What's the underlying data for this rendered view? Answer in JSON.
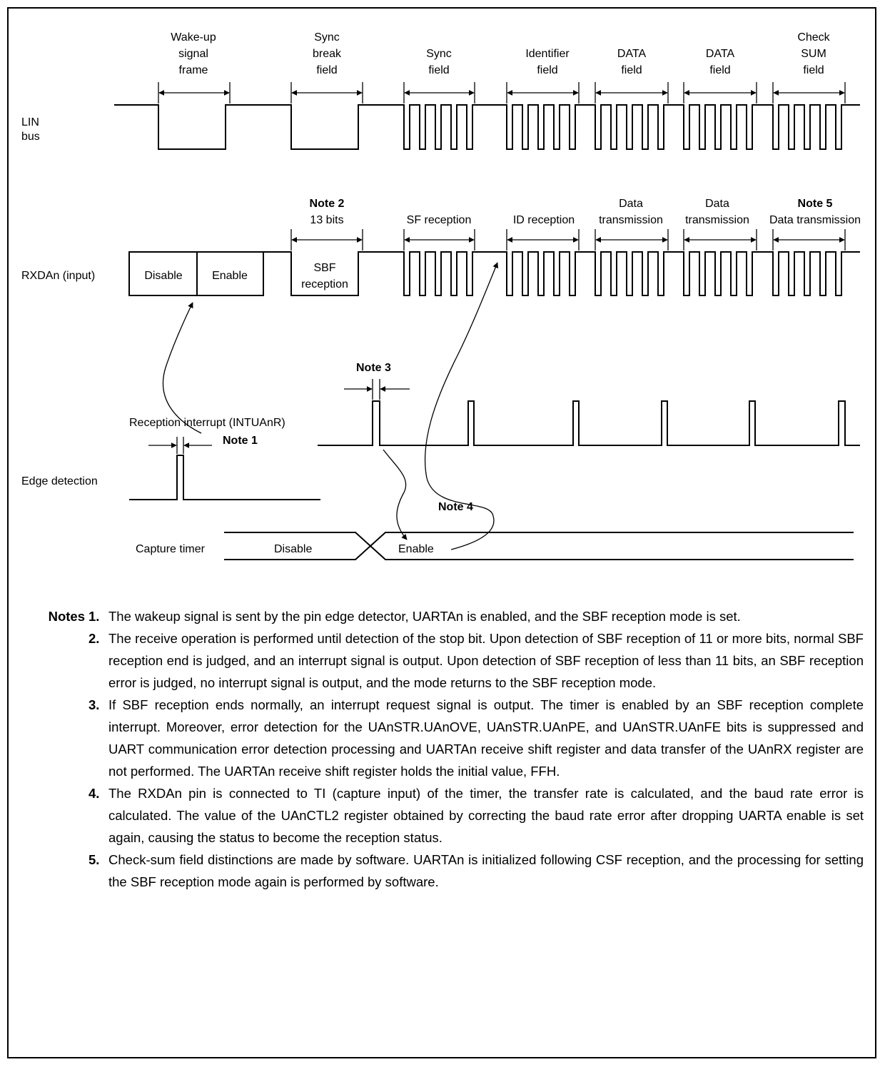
{
  "lin_fields": [
    {
      "id": "wakeup",
      "lines": [
        "Wake-up",
        "signal",
        "frame"
      ]
    },
    {
      "id": "sbf",
      "lines": [
        "Sync",
        "break",
        "field"
      ]
    },
    {
      "id": "sync",
      "lines": [
        "Sync",
        "field"
      ]
    },
    {
      "id": "ident",
      "lines": [
        "Identifier",
        "field"
      ]
    },
    {
      "id": "data1",
      "lines": [
        "DATA",
        "field"
      ]
    },
    {
      "id": "data2",
      "lines": [
        "DATA",
        "field"
      ]
    },
    {
      "id": "checksum",
      "lines": [
        "Check",
        "SUM",
        "field"
      ]
    }
  ],
  "rx_fields": [
    {
      "id": "sbf",
      "note": "Note 2",
      "lines": [
        "13 bits"
      ]
    },
    {
      "id": "sync",
      "note": "",
      "lines": [
        "SF reception"
      ]
    },
    {
      "id": "ident",
      "note": "",
      "lines": [
        "ID reception"
      ]
    },
    {
      "id": "data1",
      "note": "",
      "lines": [
        "Data",
        "transmission"
      ]
    },
    {
      "id": "data2",
      "note": "",
      "lines": [
        "Data",
        "transmission"
      ]
    },
    {
      "id": "checksum",
      "note": "Note 5",
      "lines": [
        "Data transmission"
      ]
    }
  ],
  "signals": {
    "lin_bus": [
      "LIN",
      "bus"
    ],
    "rxd": "RXDAn (input)",
    "edge_detection": "Edge detection",
    "capture_timer": "Capture timer"
  },
  "rx_boxes": {
    "disable": "Disable",
    "enable": "Enable",
    "sbf_reception": [
      "SBF",
      "reception"
    ]
  },
  "capture_states": {
    "disable": "Disable",
    "enable": "Enable"
  },
  "annotations": {
    "reception_interrupt": "Reception interrupt (INTUAnR)",
    "note1": "Note 1",
    "note3": "Note 3",
    "note4": "Note 4"
  },
  "notes": {
    "heading": "Notes",
    "items": [
      {
        "num": "1.",
        "text": "The wakeup signal is sent by the pin edge detector, UARTAn is enabled, and the SBF reception mode is set."
      },
      {
        "num": "2.",
        "text": "The receive operation is performed until detection of the stop bit.  Upon detection of SBF reception of 11 or more bits, normal SBF reception end is judged, and an interrupt signal is output.  Upon detection of SBF reception of less than 11 bits, an SBF reception error is judged, no interrupt signal is output, and the mode returns to the SBF reception mode."
      },
      {
        "num": "3.",
        "text": "If SBF reception ends normally, an interrupt request signal is output.  The timer is enabled by an SBF reception complete interrupt.   Moreover, error detection for the UAnSTR.UAnOVE, UAnSTR.UAnPE, and UAnSTR.UAnFE bits is suppressed and UART communication error detection processing and UARTAn receive shift register and data transfer of the UAnRX register are not performed. The UARTAn receive shift register holds the initial value, FFH."
      },
      {
        "num": "4.",
        "text": "The RXDAn pin is connected to TI (capture input) of the timer, the transfer rate is calculated, and the baud rate error is calculated.  The value of the UAnCTL2 register obtained by correcting the baud rate error after dropping UARTA enable is set again, causing the status to become the reception status."
      },
      {
        "num": "5.",
        "text": "Check-sum field distinctions are made by software.  UARTAn is initialized following CSF reception, and the processing for setting the SBF reception mode again is performed by software."
      }
    ]
  }
}
